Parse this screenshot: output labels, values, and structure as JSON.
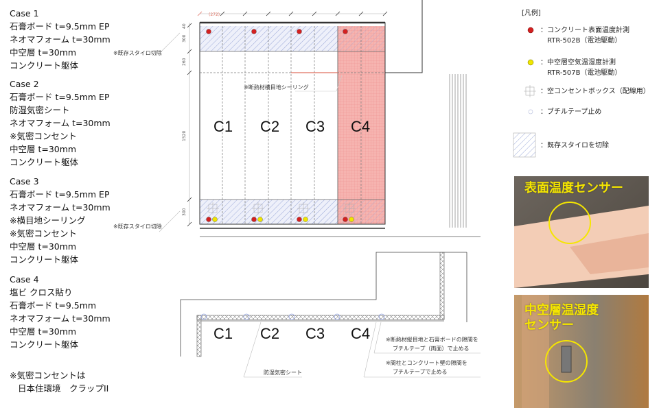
{
  "cases": [
    {
      "title": "Case 1",
      "lines": [
        "石膏ボード t=9.5mm EP",
        "ネオマフォーム t=30mm",
        "中空層 t=30mm",
        "コンクリート躯体"
      ]
    },
    {
      "title": "Case 2",
      "lines": [
        "石膏ボード t=9.5mm EP",
        "防湿気密シート",
        "ネオマフォーム t=30mm",
        "※気密コンセント",
        "中空層 t=30mm",
        "コンクリート躯体"
      ]
    },
    {
      "title": "Case 3",
      "lines": [
        "石膏ボード t=9.5mm EP",
        "ネオマフォーム t=30mm",
        "※横目地シーリング",
        "※気密コンセント",
        "中空層 t=30mm",
        "コンクリート躯体"
      ]
    },
    {
      "title": "Case 4",
      "lines": [
        "塩ビ クロス貼り",
        "石膏ボード t=9.5mm",
        "ネオマフォーム t=30mm",
        "中空層 t=30mm",
        "コンクリート躯体"
      ]
    }
  ],
  "footnote": [
    "※気密コンセントは",
    "日本住環境　クラップII"
  ],
  "elevation": {
    "labels": [
      "C1",
      "C2",
      "C3",
      "C4"
    ],
    "top_dim": "(272)",
    "dims": [
      "40",
      "300",
      "260",
      "1520",
      "300"
    ],
    "note_cut_top": "※既存スタイロ切除",
    "note_cut_bottom": "※既存スタイロ切除",
    "note_sealing": "※断熱材横目地シーリング"
  },
  "plan": {
    "labels": [
      "C1",
      "C2",
      "C3",
      "C4"
    ],
    "note_sheet": "防湿気密シート",
    "note_joint": [
      "※断熱材縦目地と石膏ボードの隙間を",
      "ブチルテープ（両面）で止める"
    ],
    "note_column": [
      "※間柱とコンクリート壁の隙間を",
      "ブチルテープで止める"
    ]
  },
  "legend": {
    "title": "[凡例]",
    "items": [
      {
        "icon": "red-dot",
        "color": "#d42020",
        "lines": [
          "：コンクリート表面温度計測",
          "RTR-502B（電池駆動）"
        ]
      },
      {
        "icon": "yellow-dot",
        "color": "#f0e600",
        "lines": [
          "：中空層空気温湿度計測",
          "RTR-507B（電池駆動）"
        ]
      },
      {
        "icon": "outlet-box",
        "lines": [
          "：空コンセントボックス（配線用）"
        ]
      },
      {
        "icon": "butyl-tape-circle",
        "lines": [
          "：ブチルテープ止め"
        ]
      },
      {
        "icon": "hatch-box",
        "lines": [
          "：既存スタイロを切除"
        ]
      }
    ]
  },
  "photos": [
    {
      "caption": [
        "表面温度センサー"
      ]
    },
    {
      "caption": [
        "中空層温湿度",
        "センサー"
      ]
    }
  ],
  "colors": {
    "red_zone": "#f4a8a8",
    "hatch": "#9aa8d8",
    "sensor_red": "#d42020",
    "sensor_yellow": "#f0e600",
    "caption": "#f5e600"
  }
}
